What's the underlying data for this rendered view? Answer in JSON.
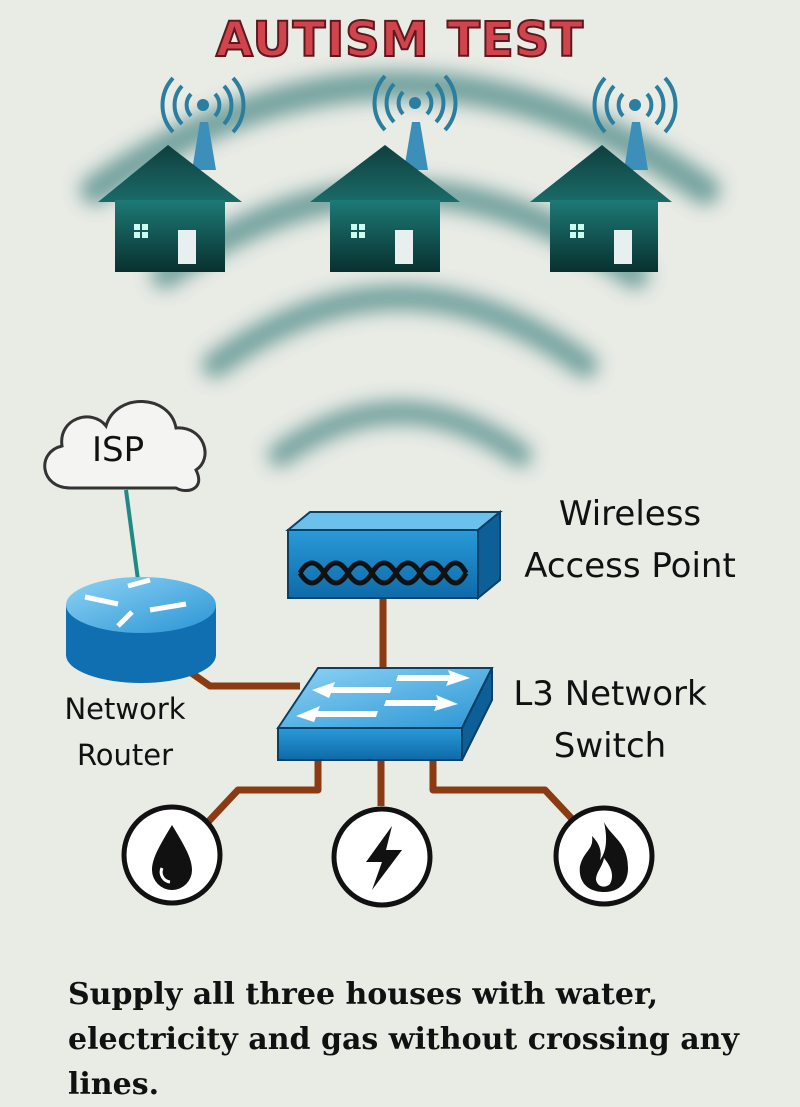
{
  "title": "AUTISM TEST",
  "labels": {
    "isp": "ISP",
    "wireless_ap_line1": "Wireless",
    "wireless_ap_line2": "Access Point",
    "switch_line1": "L3 Network",
    "switch_line2": "Switch",
    "router_line1": "Network",
    "router_line2": "Router"
  },
  "caption": "Supply all three houses with water, electricity and gas without crossing any lines.",
  "icons": {
    "houses": [
      "house-icon",
      "house-icon",
      "house-icon"
    ],
    "utilities": [
      "water-drop-icon",
      "lightning-icon",
      "flame-icon"
    ]
  },
  "colors": {
    "title": "#d2444d",
    "house": "#0f5a58",
    "wifi_wave": "#4f8b88",
    "device_blue": "#1a8fd0",
    "cable_brown": "#8a3b12",
    "isp_line": "#1e8a86"
  }
}
